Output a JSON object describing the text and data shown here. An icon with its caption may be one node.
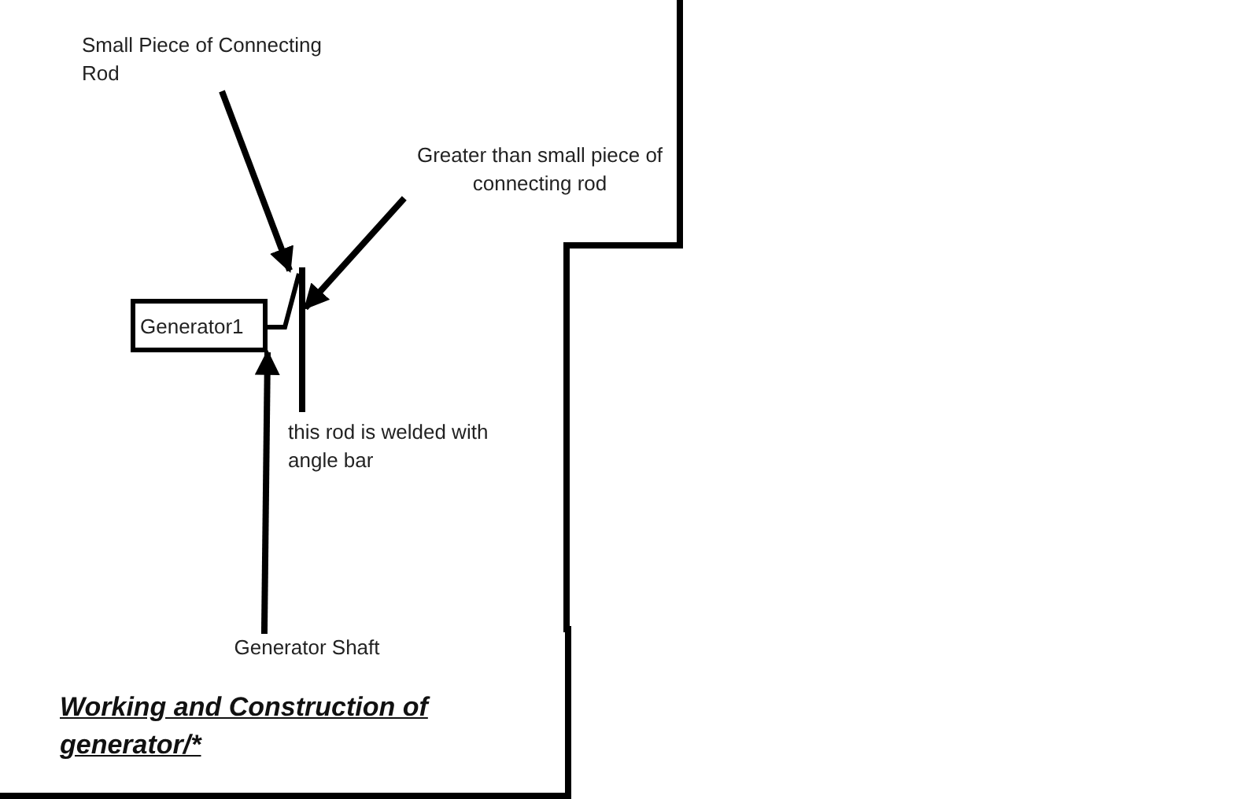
{
  "diagram": {
    "title": "Working and Construction of generator/*",
    "nodes": [
      {
        "text": [
          "Small Piece of Connecting Rod"
        ]
      },
      {
        "text": [
          "Greater than small piece of connecting rod"
        ]
      },
      {
        "text": [
          "Generator1"
        ]
      },
      {
        "text": [],
        "shape": "bar"
      },
      {
        "text": [],
        "shape": "bar"
      },
      {
        "text": [
          "Generator Shaft"
        ]
      }
    ],
    "edges": [
      {
        "from": 0,
        "to": 3,
        "arrow": "to"
      },
      {
        "from": 1,
        "to": 4,
        "arrow": "to"
      },
      {
        "from": 5,
        "to": 2,
        "arrow": "to"
      }
    ],
    "labels": [
      "this rod is welded with angle bar"
    ]
  }
}
